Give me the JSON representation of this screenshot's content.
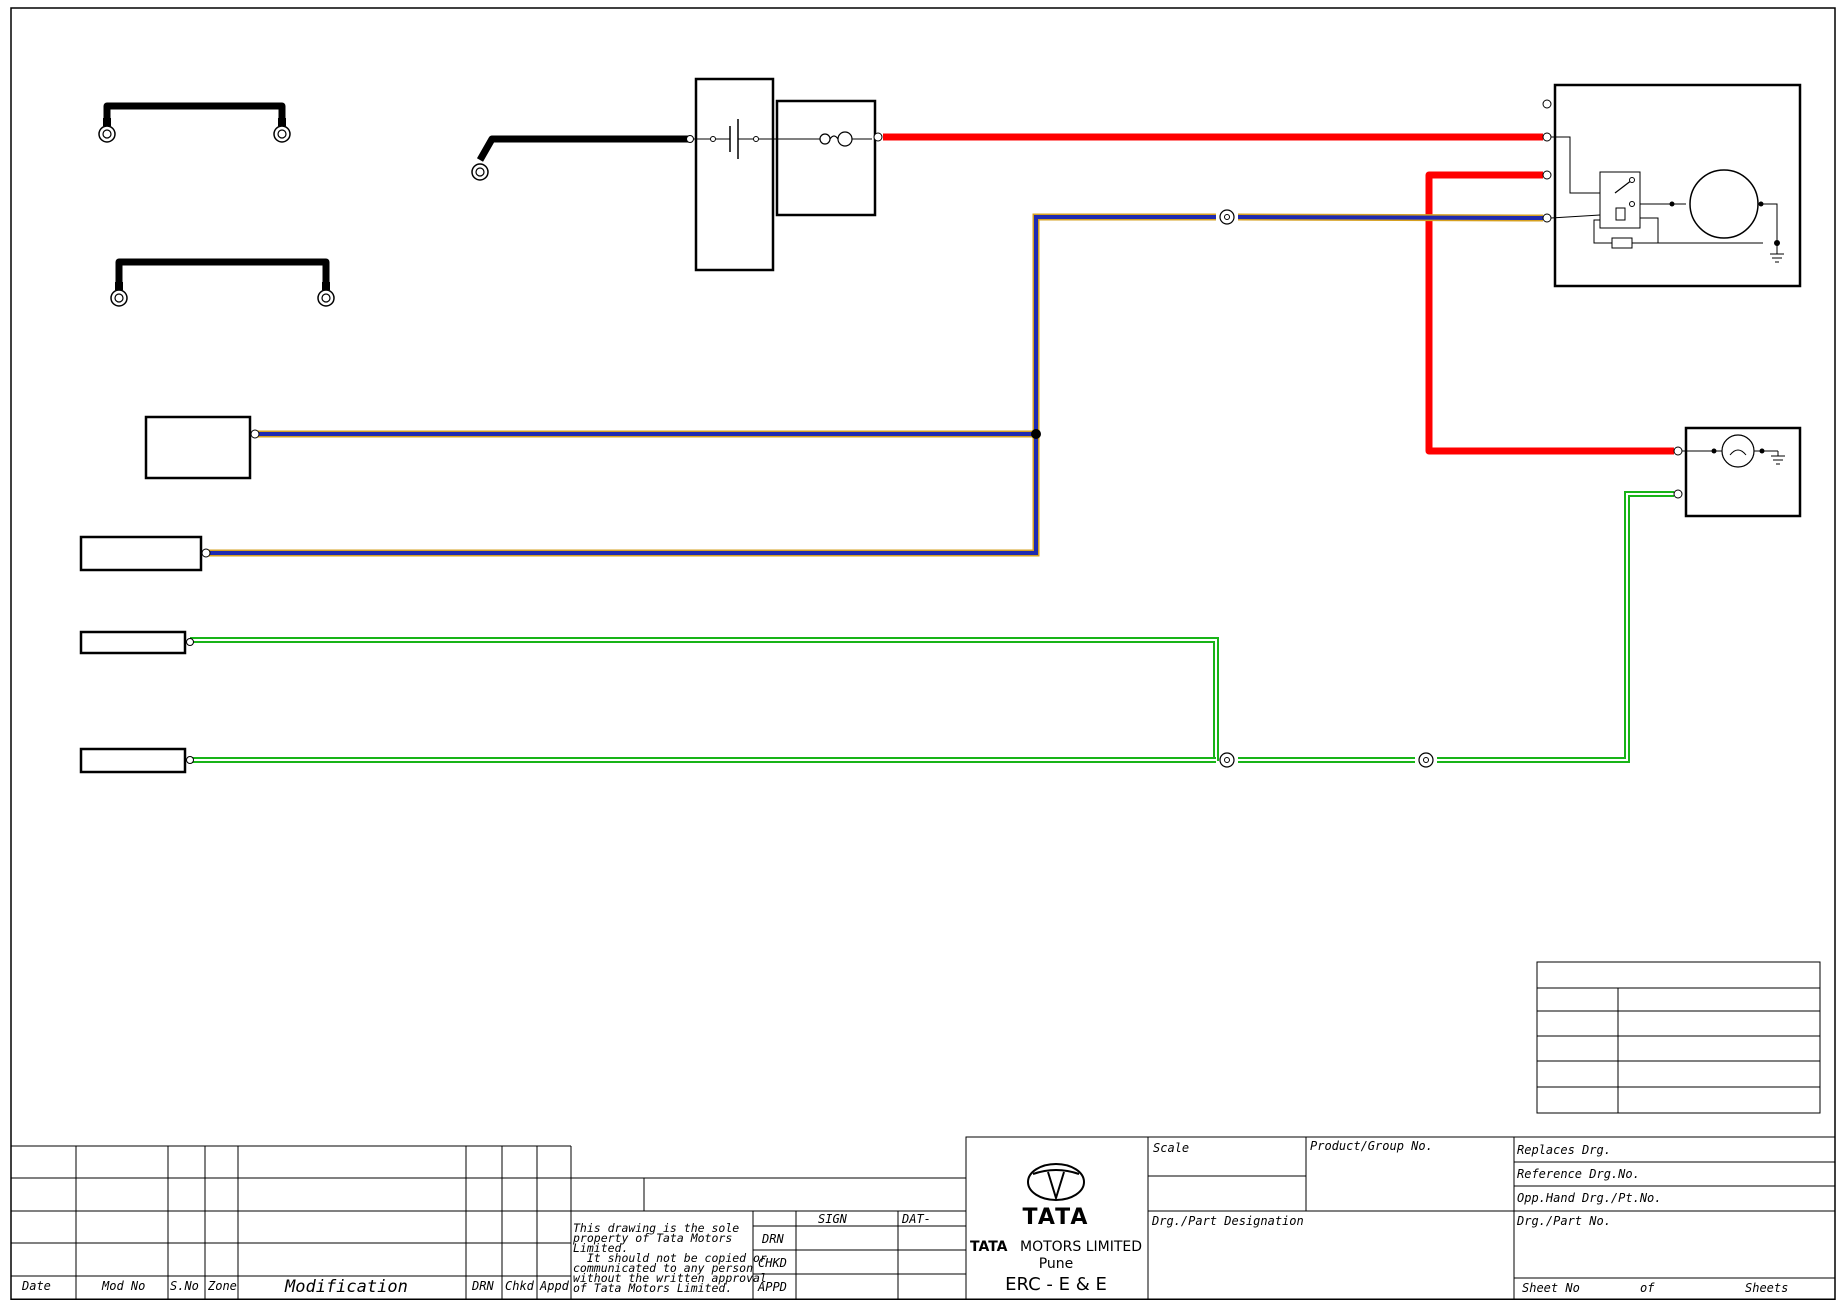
{
  "colors": {
    "black_wire": "#000000",
    "red_wire": "#ff0000",
    "blue_wire": "#1f2ab0",
    "blue_wire_stripe": "#d6a020",
    "green_wire": "#18b418",
    "green_wire_stripe": "#ffffff",
    "frame": "#000000"
  },
  "revision_table": {
    "headers": {
      "date": "Date",
      "mod_no": "Mod No",
      "s_no": "S.No",
      "zone": "Zone",
      "modification": "Modification",
      "drn": "DRN",
      "chkd": "Chkd",
      "appd": "Appd"
    }
  },
  "property_notice": {
    "lines": [
      "This drawing is the sole",
      "property of Tata Motors",
      "Limited.",
      "  It should not be copied or",
      "communicated to any person",
      "without the written approval",
      "of Tata Motors Limited."
    ]
  },
  "sign_table": {
    "sign": "SIGN",
    "date": "DAT-",
    "drn": "DRN",
    "chkd": "CHKD",
    "appd": "APPD"
  },
  "company": {
    "logo_word": "TATA",
    "brand": "TATA",
    "name": "MOTORS LIMITED",
    "city": "Pune",
    "department": "ERC - E & E"
  },
  "title_block": {
    "scale": "Scale",
    "product_group": "Product/Group No.",
    "designation": "Drg./Part Designation",
    "replaces": "Replaces Drg.",
    "reference": "Reference Drg.No.",
    "opp_hand": "Opp.Hand Drg./Pt.No.",
    "part_no": "Drg./Part No.",
    "sheet_no": "Sheet No",
    "of": "of",
    "sheets": "Sheets"
  }
}
